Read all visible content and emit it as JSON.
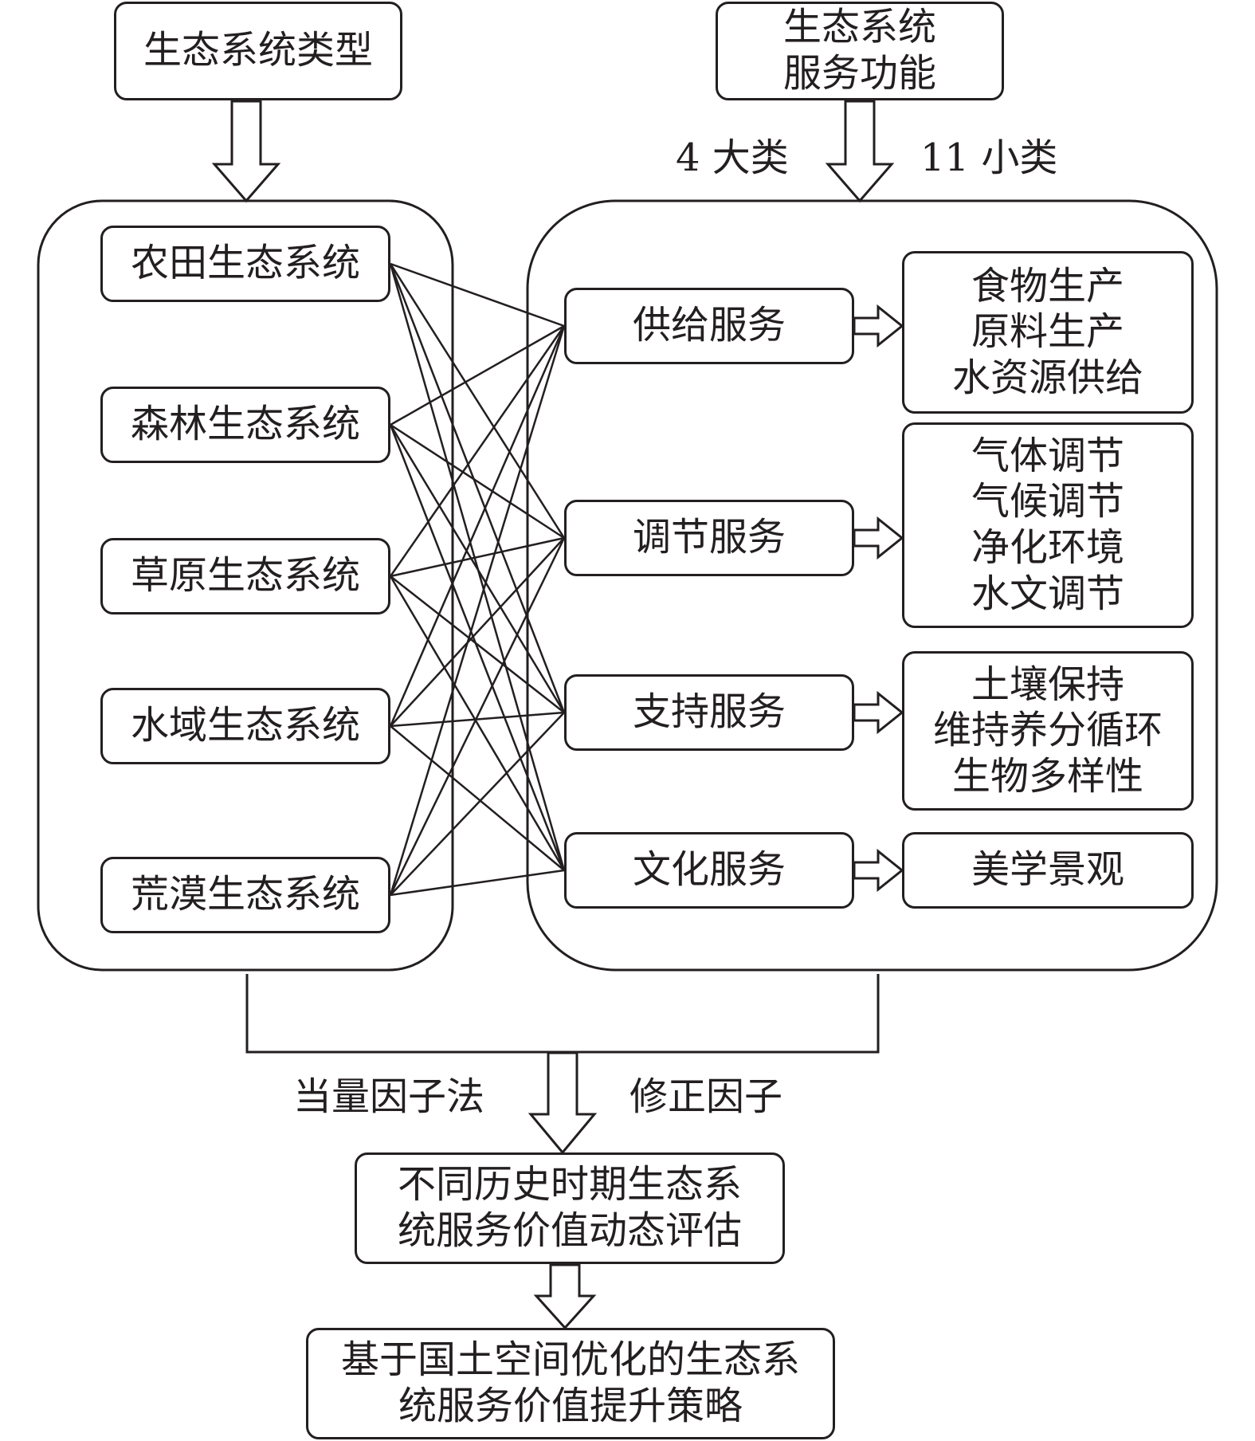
{
  "top": {
    "ecosystem_types": "生态系统类型",
    "service_functions_line1": "生态系统",
    "service_functions_line2": "服务功能",
    "major_categories": "4 大类",
    "minor_categories": "11 小类"
  },
  "ecosystems": [
    "农田生态系统",
    "森林生态系统",
    "草原生态系统",
    "水域生态系统",
    "荒漠生态系统"
  ],
  "services": [
    {
      "name": "供给服务",
      "items": [
        "食物生产",
        "原料生产",
        "水资源供给"
      ]
    },
    {
      "name": "调节服务",
      "items": [
        "气体调节",
        "气候调节",
        "净化环境",
        "水文调节"
      ]
    },
    {
      "name": "支持服务",
      "items": [
        "土壤保持",
        "维持养分循环",
        "生物多样性"
      ]
    },
    {
      "name": "文化服务",
      "items": [
        "美学景观"
      ]
    }
  ],
  "methods": {
    "equivalent_factor": "当量因子法",
    "correction_factor": "修正因子"
  },
  "outputs": {
    "evaluation_line1": "不同历史时期生态系",
    "evaluation_line2": "统服务价值动态评估",
    "strategy_line1": "基于国土空间优化的生态系",
    "strategy_line2": "统服务价值提升策略"
  },
  "colors": {
    "stroke": "#231f20",
    "background": "#ffffff"
  }
}
